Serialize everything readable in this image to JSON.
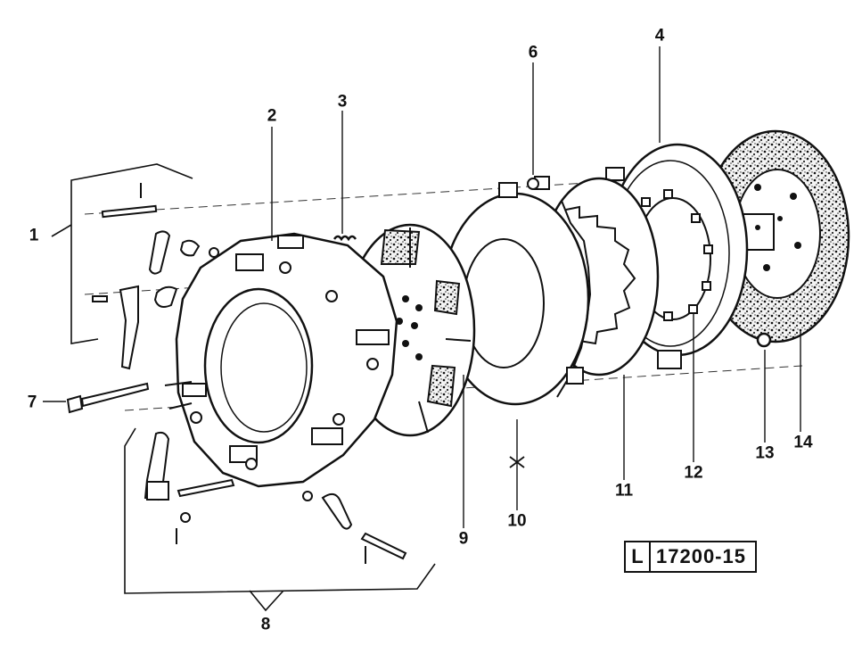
{
  "callouts": [
    {
      "id": "1",
      "text": "1"
    },
    {
      "id": "2",
      "text": "2"
    },
    {
      "id": "3",
      "text": "3"
    },
    {
      "id": "4",
      "text": "4"
    },
    {
      "id": "6",
      "text": "6"
    },
    {
      "id": "7",
      "text": "7"
    },
    {
      "id": "8",
      "text": "8"
    },
    {
      "id": "9",
      "text": "9"
    },
    {
      "id": "10",
      "text": "10"
    },
    {
      "id": "11",
      "text": "11"
    },
    {
      "id": "12",
      "text": "12"
    },
    {
      "id": "13",
      "text": "13"
    },
    {
      "id": "14",
      "text": "14"
    }
  ],
  "reference": {
    "letter": "L",
    "number": "17200-15"
  }
}
